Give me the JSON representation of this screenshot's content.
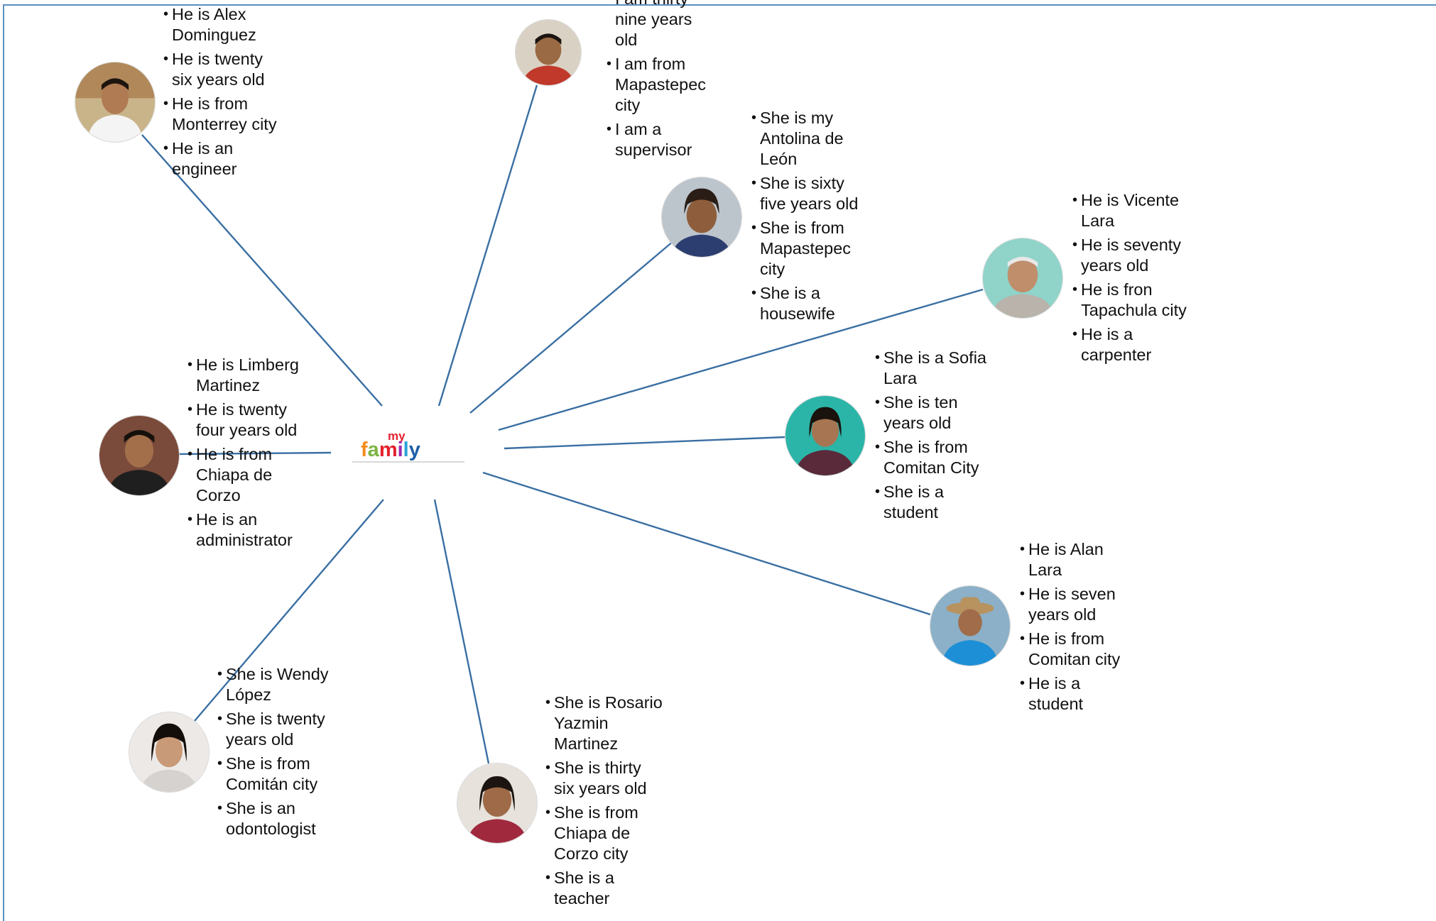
{
  "diagram": {
    "center": {
      "logo_text_top": "my",
      "logo_text_bottom": "family"
    },
    "members": [
      {
        "id": "alex",
        "lines": [
          "He is Alex Dominguez",
          "He is twenty six years old",
          "He is from Monterrey city",
          "He is an engineer"
        ]
      },
      {
        "id": "supervisor",
        "lines": [
          "I am thirty nine years old",
          "I am from Mapastepec city",
          "I am a supervisor"
        ]
      },
      {
        "id": "antolina",
        "lines": [
          "She is my Antolina de León",
          "She is sixty five years old",
          "She is from Mapastepec city",
          "She is a housewife"
        ]
      },
      {
        "id": "vicente",
        "lines": [
          "He is Vicente Lara",
          "He is  seventy years old",
          "He is fron Tapachula city",
          "He is a carpenter"
        ]
      },
      {
        "id": "sofia",
        "lines": [
          "She is a Sofia Lara",
          "She is ten years old",
          "She is from Comitan City",
          "She is a student"
        ]
      },
      {
        "id": "alan",
        "lines": [
          "He is Alan Lara",
          "He is seven years old",
          "He is from Comitan city",
          "He is a student"
        ]
      },
      {
        "id": "rosario",
        "lines": [
          "She is Rosario Yazmin Martinez",
          "She is thirty six years old",
          "She is from Chiapa de Corzo city",
          "She is a teacher"
        ]
      },
      {
        "id": "wendy",
        "lines": [
          "She is Wendy López",
          "She is twenty years old",
          "She is from Comitán city",
          "She is an odontologist"
        ]
      },
      {
        "id": "limberg",
        "lines": [
          "He is Limberg Martinez",
          "He is twenty four years old",
          "He is from Chiapa de Corzo",
          "He is an administrator"
        ]
      }
    ]
  }
}
